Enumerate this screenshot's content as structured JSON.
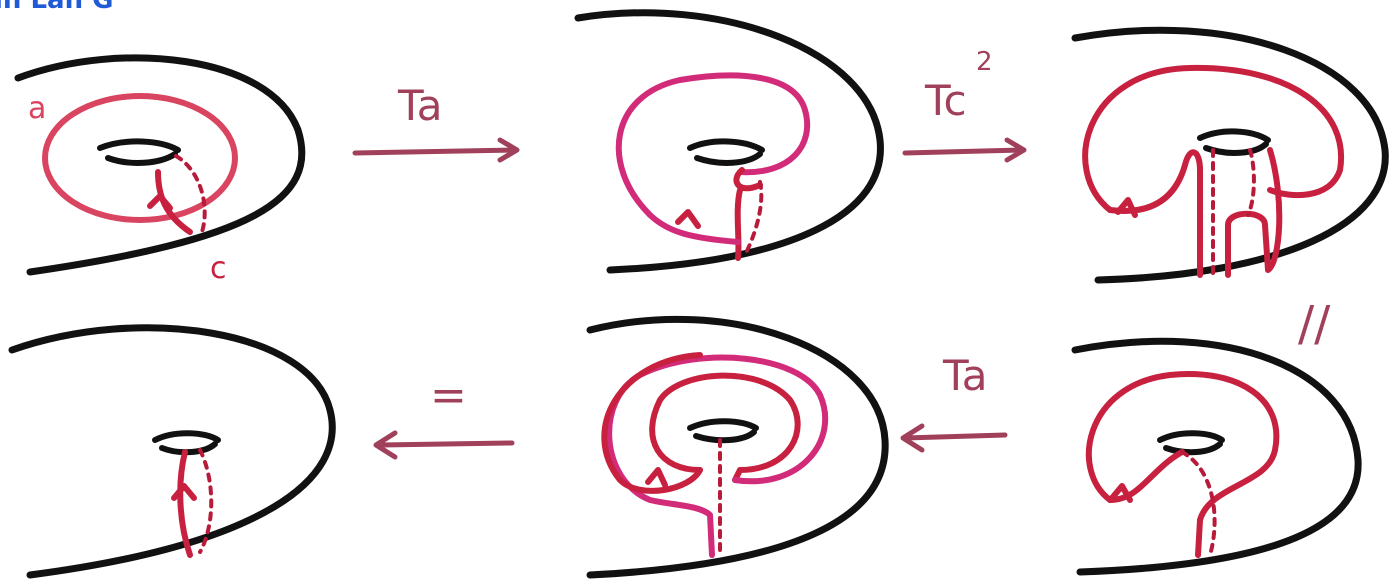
{
  "header_fragment": "in Lan G",
  "labels": {
    "curve_a": "a",
    "curve_c": "c",
    "step1": "Ta",
    "step2_base": "Tc",
    "step2_exp": "2",
    "equiv": "=",
    "step3": "Ta",
    "parallel": "//"
  },
  "colors": {
    "surface": "#111111",
    "curve_red": "#c8213f",
    "curve_pink": "#d94560",
    "curve_magenta": "#d22b7a",
    "arrow": "#a0405a",
    "header_blue": "#1f5bd6"
  }
}
